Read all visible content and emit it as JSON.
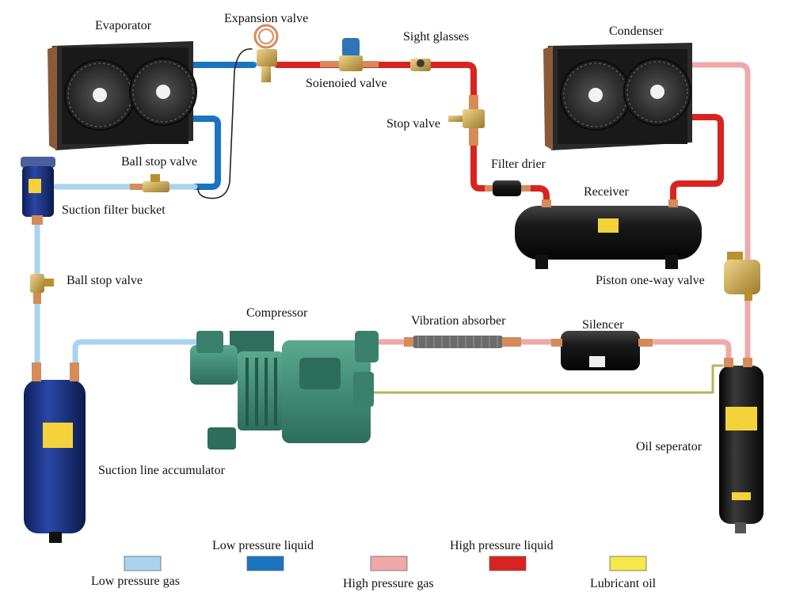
{
  "colors": {
    "low_pressure_gas": "#a9d3ee",
    "low_pressure_liquid": "#1b74bf",
    "high_pressure_gas": "#eea9a9",
    "high_pressure_liquid": "#d8231f",
    "lubricant_oil": "#f4e84a",
    "oil_line": "#b8b25a",
    "fan_frame": "#1c1c1c",
    "compressor": "#3d8b73",
    "tank_black": "#151515",
    "tank_navy": "#17307a",
    "brass": "#c9a64a",
    "copper": "#d58b5a",
    "label_yellow": "#f3d23a"
  },
  "labels": {
    "evaporator": "Evaporator",
    "expansion_valve": "Expansion valve",
    "sight_glasses": "Sight glasses",
    "solenoid_valve": "Soienoied valve",
    "condenser": "Condenser",
    "stop_valve": "Stop valve",
    "ball_stop_valve_top": "Ball stop valve",
    "filter_drier": "Filter drier",
    "receiver": "Receiver",
    "suction_filter_bucket": "Suction filter bucket",
    "ball_stop_valve_left": "Ball stop valve",
    "piston_one_way_valve": "Piston one-way valve",
    "compressor": "Compressor",
    "vibration_absorber": "Vibration absorber",
    "silencer": "Silencer",
    "oil_seperator": "Oil seperator",
    "suction_line_accumulator": "Suction line accumulator"
  },
  "legend": [
    {
      "label": "Low pressure gas",
      "color": "#a9d3ee"
    },
    {
      "label": "Low pressure liquid",
      "color": "#1b74bf"
    },
    {
      "label": "High pressure gas",
      "color": "#eea9a9"
    },
    {
      "label": "High pressure liquid",
      "color": "#d8231f"
    },
    {
      "label": "Lubricant oil",
      "color": "#f4e84a"
    }
  ]
}
